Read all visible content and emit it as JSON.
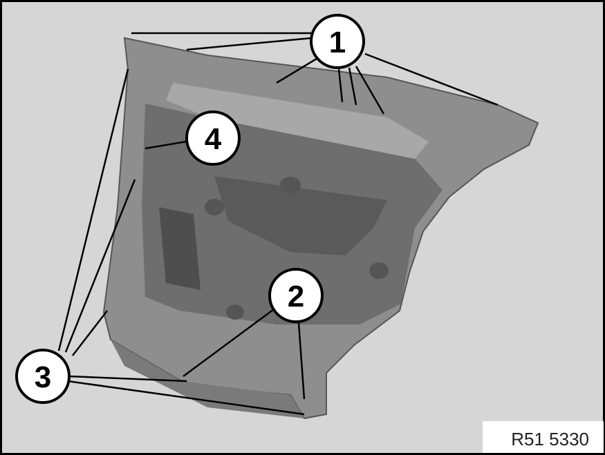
{
  "figure": {
    "callouts": [
      "1",
      "2",
      "3",
      "4"
    ],
    "reference_code": "R51 5330",
    "colors": {
      "background": "#d6d6d6",
      "part": "#8c8c8c",
      "part_dark": "#5a5a5a",
      "line": "#000000"
    }
  }
}
